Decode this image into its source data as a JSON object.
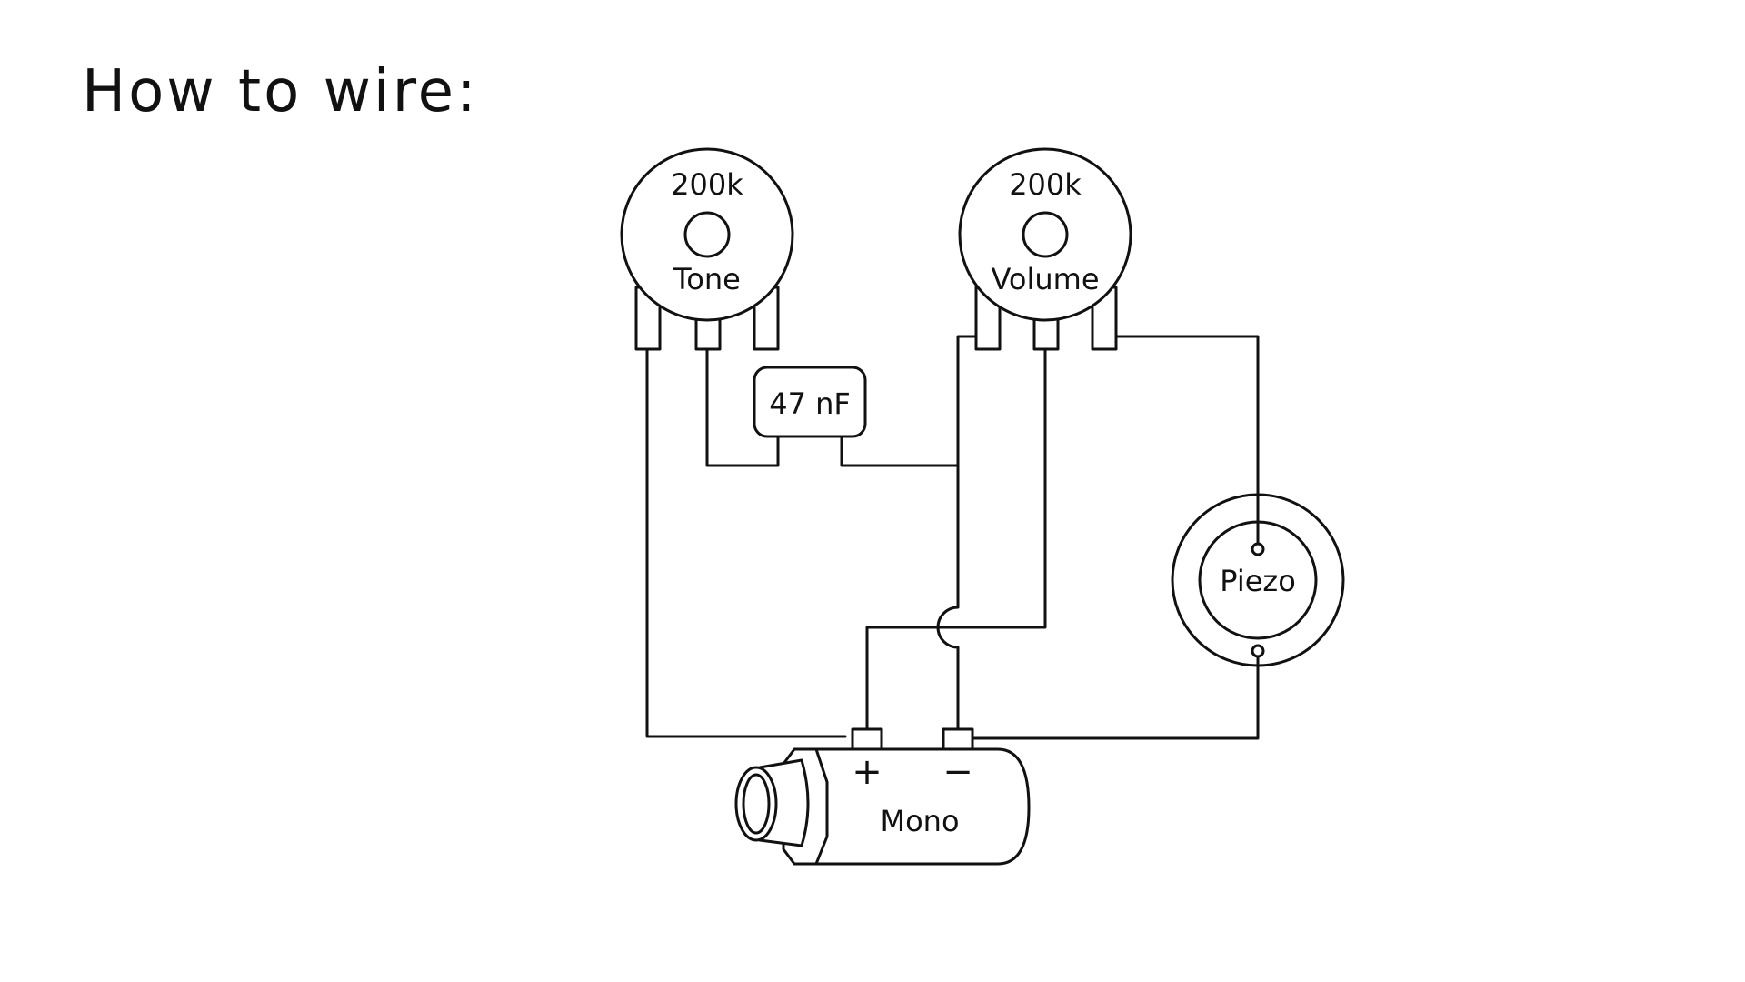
{
  "title": "How to wire:",
  "components": {
    "tone_pot": {
      "value": "200k",
      "name": "Tone"
    },
    "volume_pot": {
      "value": "200k",
      "name": "Volume"
    },
    "capacitor": {
      "value": "47 nF"
    },
    "piezo": {
      "name": "Piezo"
    },
    "jack": {
      "name": "Mono",
      "plus": "+",
      "minus": "−"
    }
  },
  "colors": {
    "ink": "#111111",
    "background": "#ffffff"
  }
}
